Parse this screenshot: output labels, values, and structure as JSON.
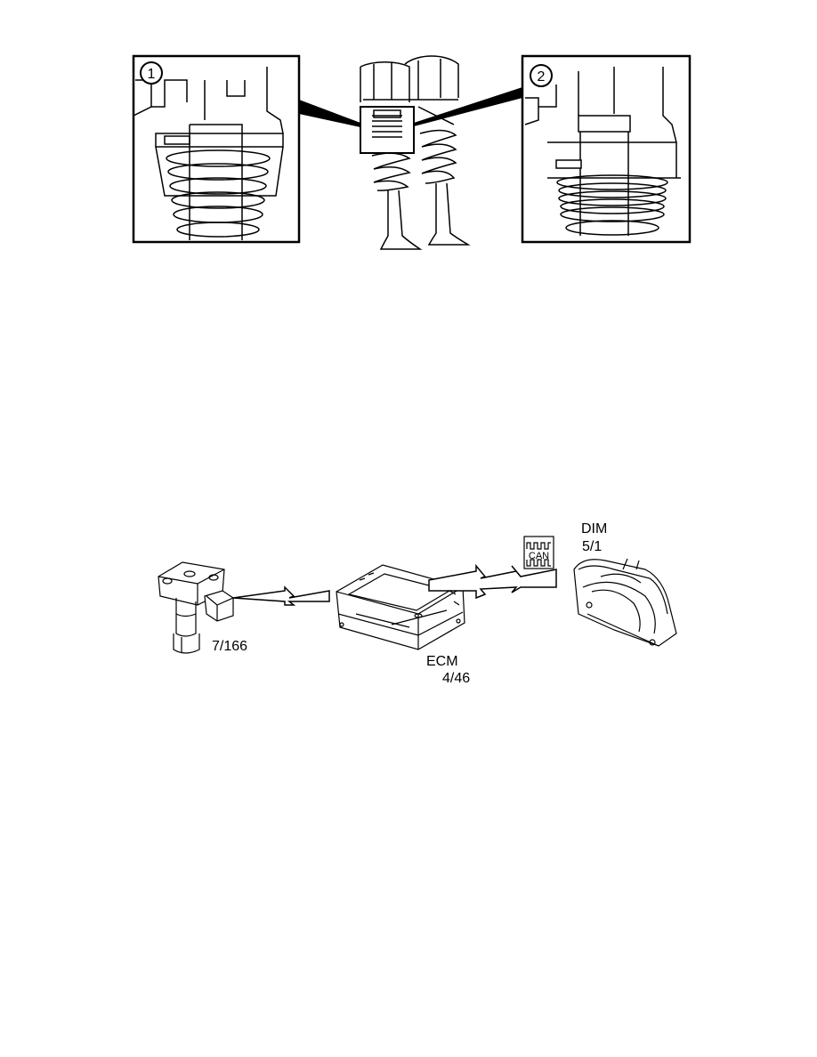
{
  "valve_figure": {
    "callouts": [
      {
        "number": "1"
      },
      {
        "number": "2"
      }
    ]
  },
  "network_figure": {
    "can_icon_text": "CAN",
    "oil_sensor": {
      "id": "7/166"
    },
    "ecm": {
      "name": "ECM",
      "id": "4/46"
    },
    "dim": {
      "name": "DIM",
      "id": "5/1"
    }
  }
}
